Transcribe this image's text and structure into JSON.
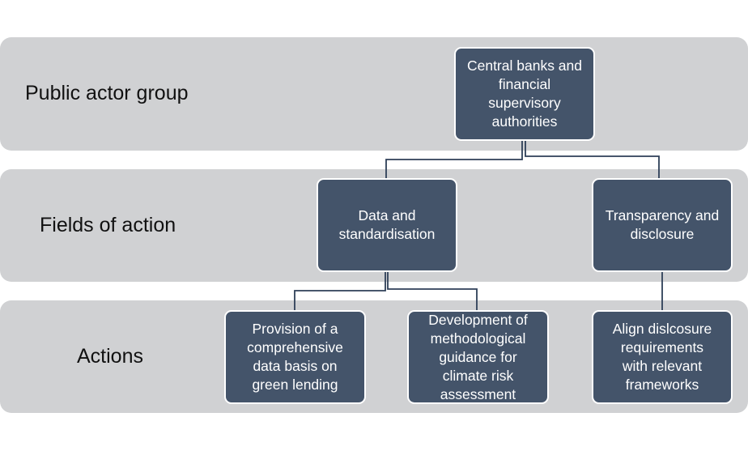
{
  "rows": {
    "public_actor_group": "Public actor group",
    "fields_of_action": "Fields of action",
    "actions": "Actions"
  },
  "nodes": {
    "central_banks": "Central banks and\nfinancial\nsupervisory\nauthorities",
    "data_standardisation": "Data and\nstandardisation",
    "transparency_disclosure": "Transparency and\ndisclosure",
    "provision_data_basis": "Provision of a\ncomprehensive\ndata basis on\ngreen lending",
    "methodological_guidance": "Development of\nmethodological\nguidance for\nclimate risk\nassessment",
    "align_disclosure": "Align dislcosure\nrequirements\nwith relevant\nframeworks"
  },
  "colors": {
    "band": "#d0d1d3",
    "node_fill": "#44546a",
    "node_border": "#ffffff",
    "connector": "#2e3f58"
  }
}
